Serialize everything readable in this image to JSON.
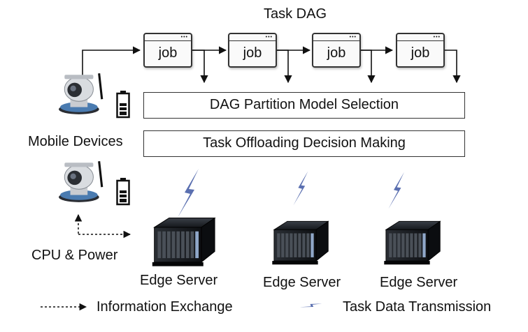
{
  "title": "Task DAG",
  "jobs": [
    "job",
    "job",
    "job",
    "job"
  ],
  "panels": {
    "partition": "DAG Partition Model Selection",
    "offloading": "Task Offloading Decision Making"
  },
  "labels": {
    "mobile_devices": "Mobile Devices",
    "cpu_power": "CPU & Power"
  },
  "servers": [
    "Edge Server",
    "Edge Server",
    "Edge Server"
  ],
  "legend": {
    "info_exchange": "Information Exchange",
    "task_transmission": "Task Data Transmission"
  },
  "icons": {
    "camera": "webcam-icon",
    "battery": "battery-icon",
    "server": "server-icon",
    "lightning": "wireless-link-icon"
  },
  "colors": {
    "lightning": "#5a6fb0",
    "server_body": "#1c1f24"
  }
}
